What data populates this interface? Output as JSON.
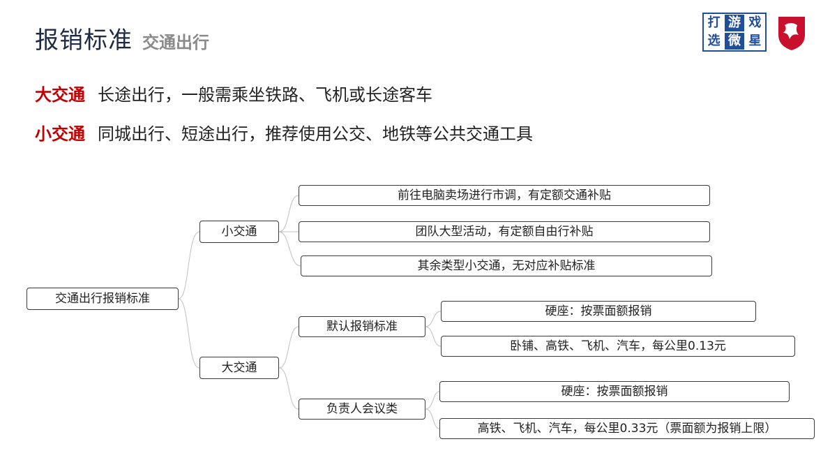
{
  "header": {
    "title": "报销标准",
    "subtitle": "交通出行",
    "logo_chars": [
      "打",
      "游",
      "戏",
      "选",
      "微",
      "星"
    ]
  },
  "intro": {
    "big": {
      "label": "大交通",
      "text": "长途出行，一般需乘坐铁路、飞机或长途客车"
    },
    "small": {
      "label": "小交通",
      "text": "同城出行、短途出行，推荐使用公交、地铁等公共交通工具"
    }
  },
  "colors": {
    "accent": "#c00000",
    "title": "#1f2a44",
    "logo": "#1f4e9a"
  },
  "tree": {
    "root": "交通出行报销标准",
    "small": {
      "label": "小交通",
      "items": [
        "前往电脑卖场进行市调，有定额交通补贴",
        "团队大型活动，有定额自由行补贴",
        "其余类型小交通，无对应补贴标准"
      ]
    },
    "big": {
      "label": "大交通",
      "default": {
        "label": "默认报销标准",
        "items": [
          "硬座：按票面额报销",
          "卧铺、高铁、飞机、汽车，每公里0.13元"
        ]
      },
      "manager": {
        "label": "负责人会议类",
        "items": [
          "硬座：按票面额报销",
          "高铁、飞机、汽车，每公里0.33元（票面额为报销上限）"
        ]
      }
    }
  }
}
